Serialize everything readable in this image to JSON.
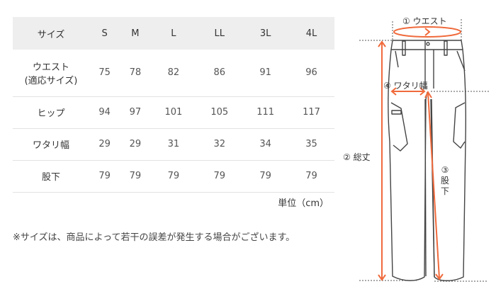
{
  "size_table": {
    "header": {
      "label": "サイズ",
      "sizes": [
        "S",
        "M",
        "L",
        "LL",
        "3L",
        "4L"
      ]
    },
    "rows": [
      {
        "label_line1": "ウエスト",
        "label_line2": "(適応サイズ)",
        "values": [
          "75",
          "78",
          "82",
          "86",
          "91",
          "96"
        ]
      },
      {
        "label_line1": "ヒップ",
        "values": [
          "94",
          "97",
          "101",
          "105",
          "111",
          "117"
        ]
      },
      {
        "label_line1": "ワタリ幅",
        "values": [
          "29",
          "29",
          "31",
          "32",
          "34",
          "35"
        ]
      },
      {
        "label_line1": "股下",
        "values": [
          "79",
          "79",
          "79",
          "79",
          "79",
          "79"
        ]
      }
    ],
    "unit": "単位（cm）"
  },
  "note": "※サイズは、商品によって若干の誤差が発生する場合がございます。",
  "diagram": {
    "labels": {
      "waist": "① ウエスト",
      "total_length": "② 総丈",
      "inseam_num": "③",
      "inseam_char1": "股",
      "inseam_char2": "下",
      "thigh_width": "④ ワタリ幅"
    },
    "colors": {
      "measure_line": "#f06a3c",
      "outline": "#444444",
      "dotted": "#555555"
    }
  }
}
